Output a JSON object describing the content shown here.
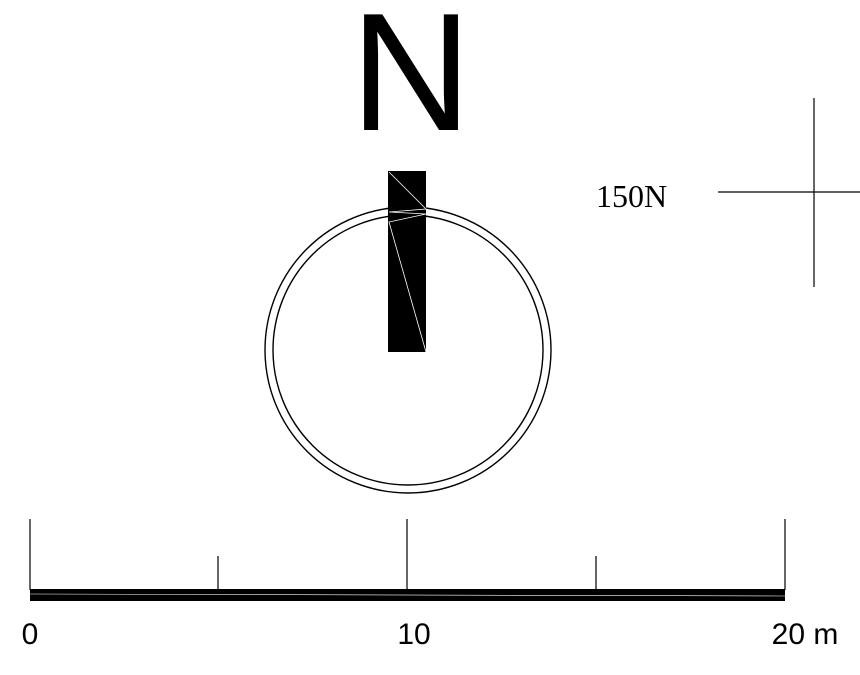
{
  "north_arrow": {
    "letter": "N"
  },
  "grid_reference": {
    "label": "150N"
  },
  "scale_bar": {
    "labels": {
      "start": "0",
      "middle": "10",
      "end": "20 m"
    }
  },
  "colors": {
    "ink": "#000000",
    "background": "#ffffff"
  }
}
